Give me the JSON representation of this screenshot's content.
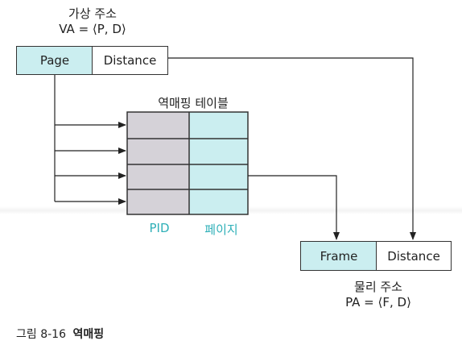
{
  "virtual_address": {
    "title": "가상 주소",
    "formula": "VA = ⟨P, D⟩",
    "page_label": "Page",
    "distance_label": "Distance"
  },
  "table": {
    "title": "역매핑 테이블",
    "col_pid": "PID",
    "col_page": "페이지"
  },
  "physical_address": {
    "frame_label": "Frame",
    "distance_label": "Distance",
    "title": "물리 주소",
    "formula": "PA = ⟨F, D⟩"
  },
  "caption": {
    "figure": "그림 8-16",
    "title": "역매핑"
  },
  "colors": {
    "teal_fill": "#cbeef0",
    "grey_fill": "#d5d2d8",
    "teal_text": "#2fb0b8",
    "line": "#333333"
  }
}
